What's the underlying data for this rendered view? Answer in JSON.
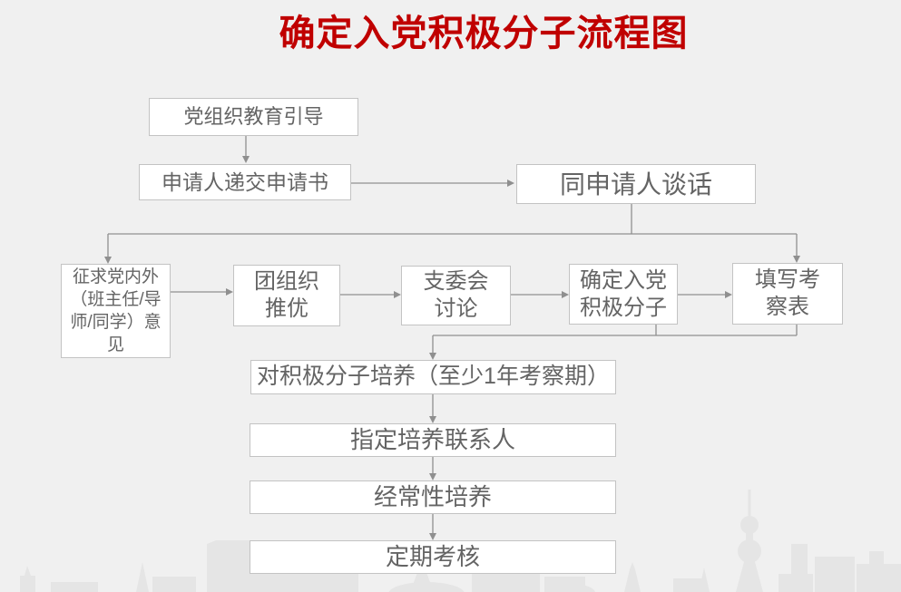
{
  "title": "确定入党积极分子流程图",
  "colors": {
    "title_red": "#c00000",
    "background": "#f0f0f0",
    "node_fill": "#ffffff",
    "node_border": "#c3c3c3",
    "node_text": "#646464",
    "connector": "#8f8f8f",
    "skyline": "#e5e5e5"
  },
  "nodes": {
    "educate": {
      "label": "党组织教育引导"
    },
    "submit": {
      "label": "申请人递交申请书"
    },
    "interview": {
      "label": "同申请人谈话"
    },
    "solicit": {
      "label": "征求党内外\n（班主任/导\n师/同学）意\n见"
    },
    "league": {
      "label": "团组织\n推优"
    },
    "committee": {
      "label": "支委会\n讨论"
    },
    "confirm": {
      "label": "确定入党\n积极分子"
    },
    "form": {
      "label": "填写考\n察表"
    },
    "cultivate": {
      "label": "对积极分子培养（至少1年考察期）"
    },
    "contact": {
      "label": "指定培养联系人"
    },
    "regular": {
      "label": "经常性培养"
    },
    "assess": {
      "label": "定期考核"
    }
  },
  "edges": [
    [
      "educate",
      "submit"
    ],
    [
      "submit",
      "interview"
    ],
    [
      "interview",
      "solicit"
    ],
    [
      "interview",
      "form"
    ],
    [
      "solicit",
      "league"
    ],
    [
      "league",
      "committee"
    ],
    [
      "committee",
      "confirm"
    ],
    [
      "confirm",
      "form"
    ],
    [
      "confirm",
      "cultivate"
    ],
    [
      "form",
      "cultivate"
    ],
    [
      "cultivate",
      "contact"
    ],
    [
      "contact",
      "regular"
    ],
    [
      "regular",
      "assess"
    ]
  ]
}
